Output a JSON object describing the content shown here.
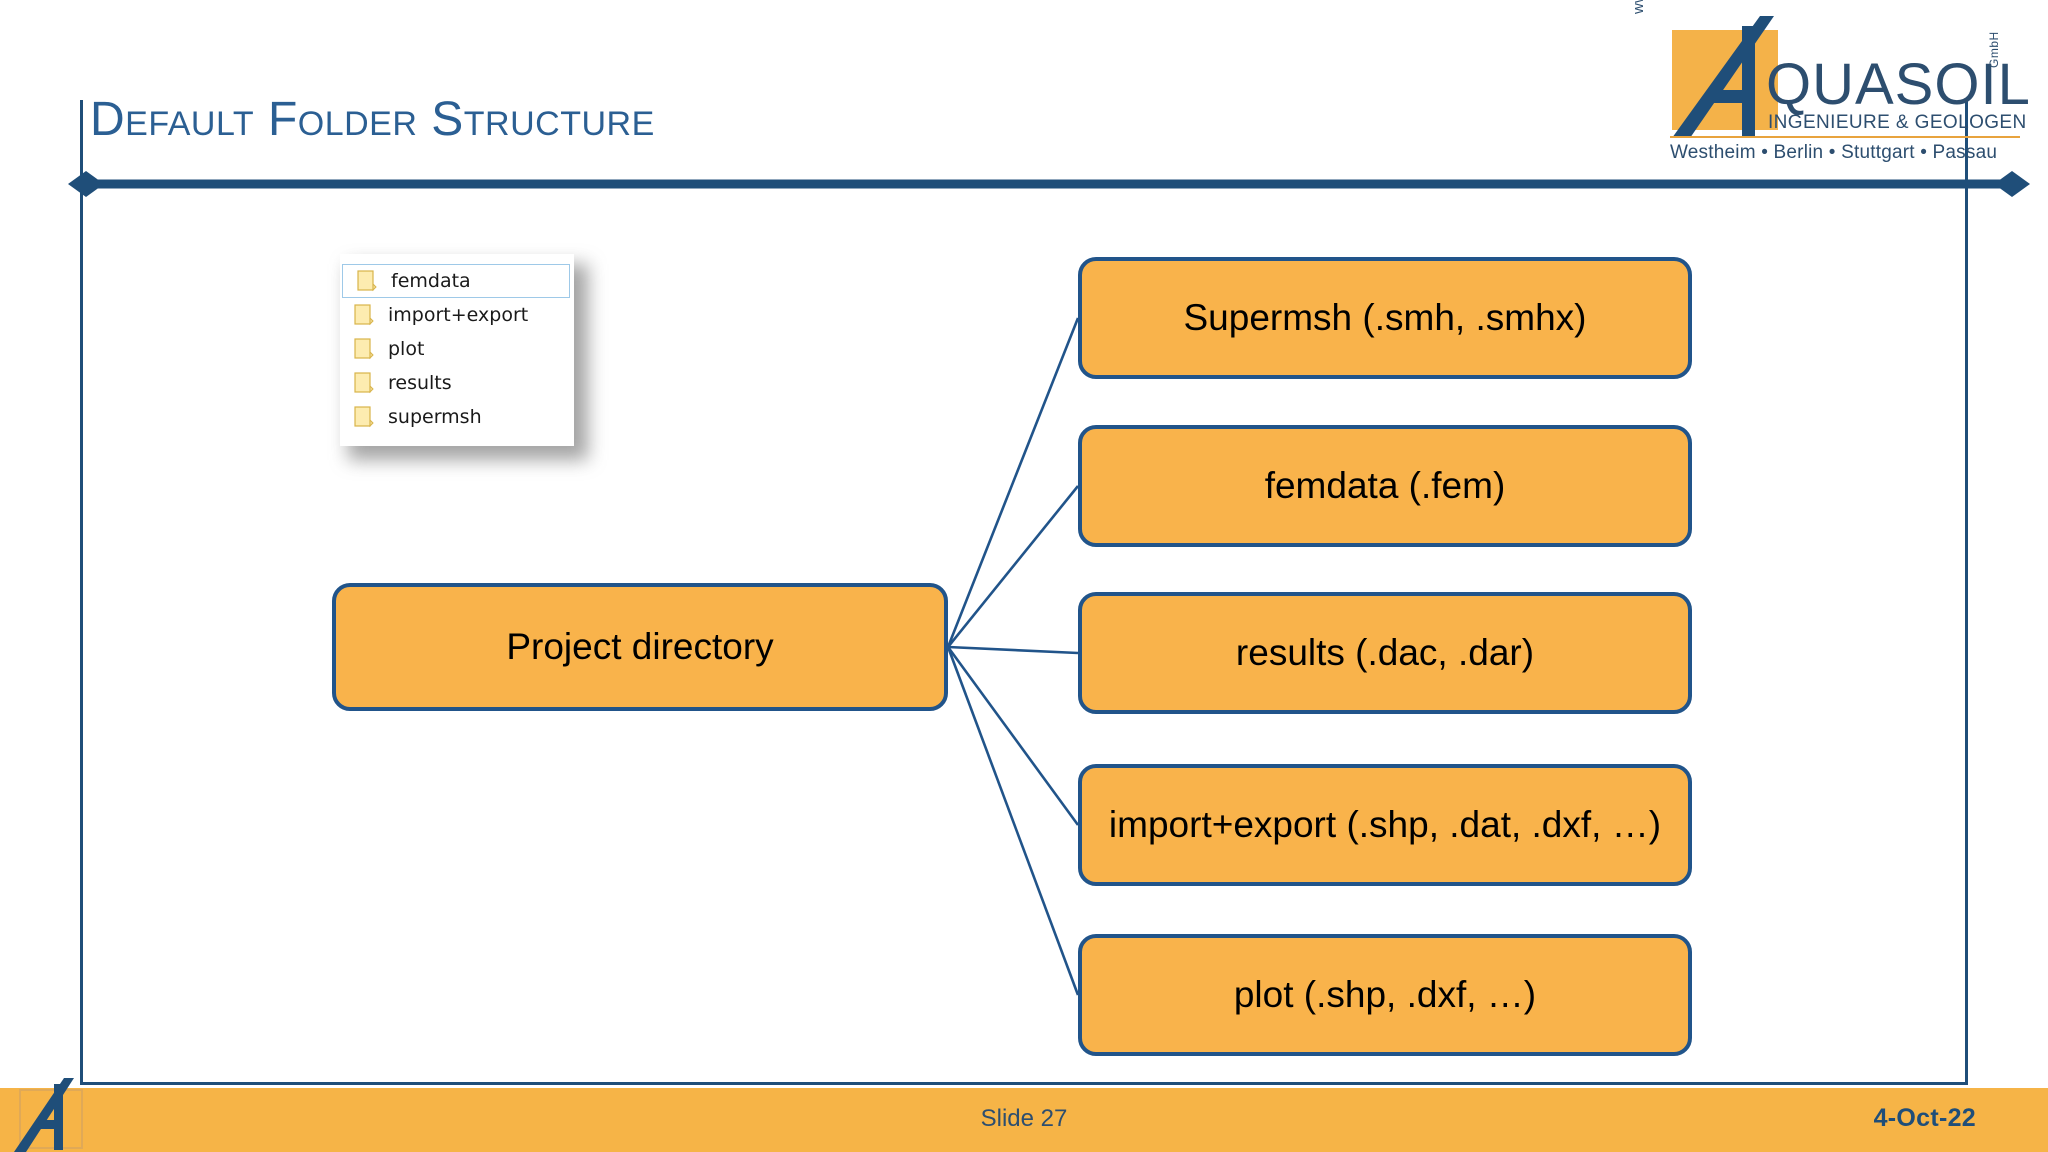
{
  "slide": {
    "title": "Default Folder Structure",
    "accent_blue": "#1f4e79",
    "title_blue": "#2b5f93",
    "accent_orange": "#f9b34b"
  },
  "logo": {
    "url_text": "www.aquasoil.de",
    "brand_word": "QUASOIL",
    "legal_form": "GmbH",
    "subtitle": "INGENIEURE & GEOLOGEN",
    "cities": "Westheim • Berlin • Stuttgart • Passau"
  },
  "explorer": {
    "folders": [
      {
        "label": "femdata",
        "selected": true
      },
      {
        "label": "import+export",
        "selected": false
      },
      {
        "label": "plot",
        "selected": false
      },
      {
        "label": "results",
        "selected": false
      },
      {
        "label": "supermsh",
        "selected": false
      }
    ]
  },
  "diagram": {
    "root": {
      "label": "Project directory"
    },
    "branches": [
      {
        "label": "Supermsh (.smh, .smhx)"
      },
      {
        "label": "femdata (.fem)"
      },
      {
        "label": "results (.dac, .dar)"
      },
      {
        "label": "import+export (.shp, .dat, .dxf, …)"
      },
      {
        "label": "plot (.shp, .dxf, …)"
      }
    ]
  },
  "footer": {
    "slide_label": "Slide 27",
    "date": "4-Oct-22"
  }
}
